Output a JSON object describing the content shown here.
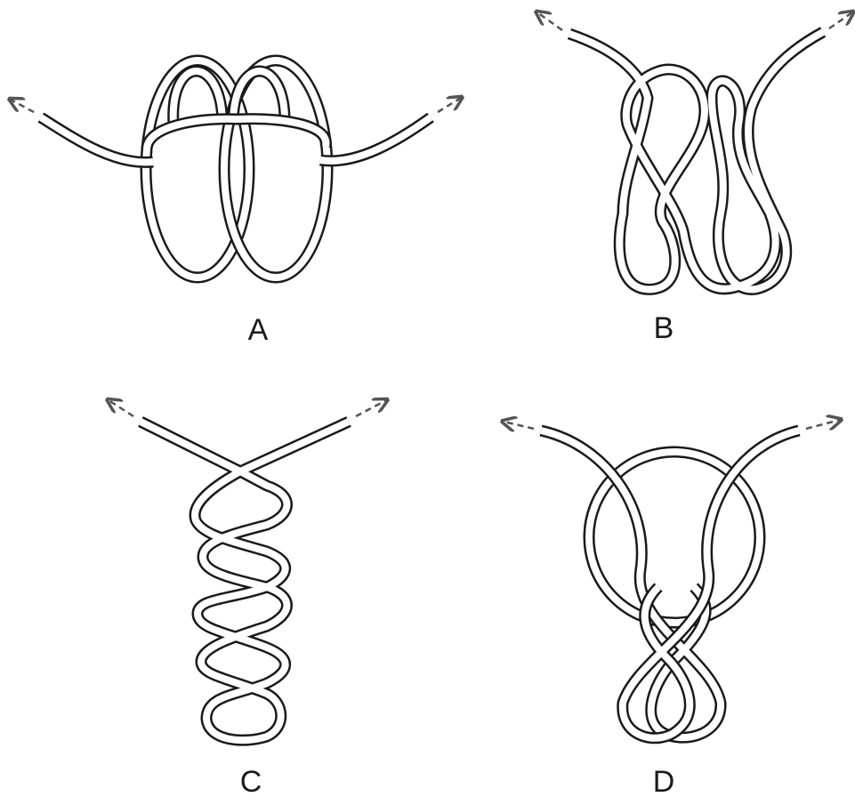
{
  "panels": [
    {
      "id": "A",
      "label": "A"
    },
    {
      "id": "B",
      "label": "B"
    },
    {
      "id": "C",
      "label": "C"
    },
    {
      "id": "D",
      "label": "D"
    }
  ],
  "colors": {
    "cord_outline": "#1a1a1a",
    "cord_fill": "#ffffff",
    "arrow": "#555555",
    "background": "#ffffff"
  }
}
